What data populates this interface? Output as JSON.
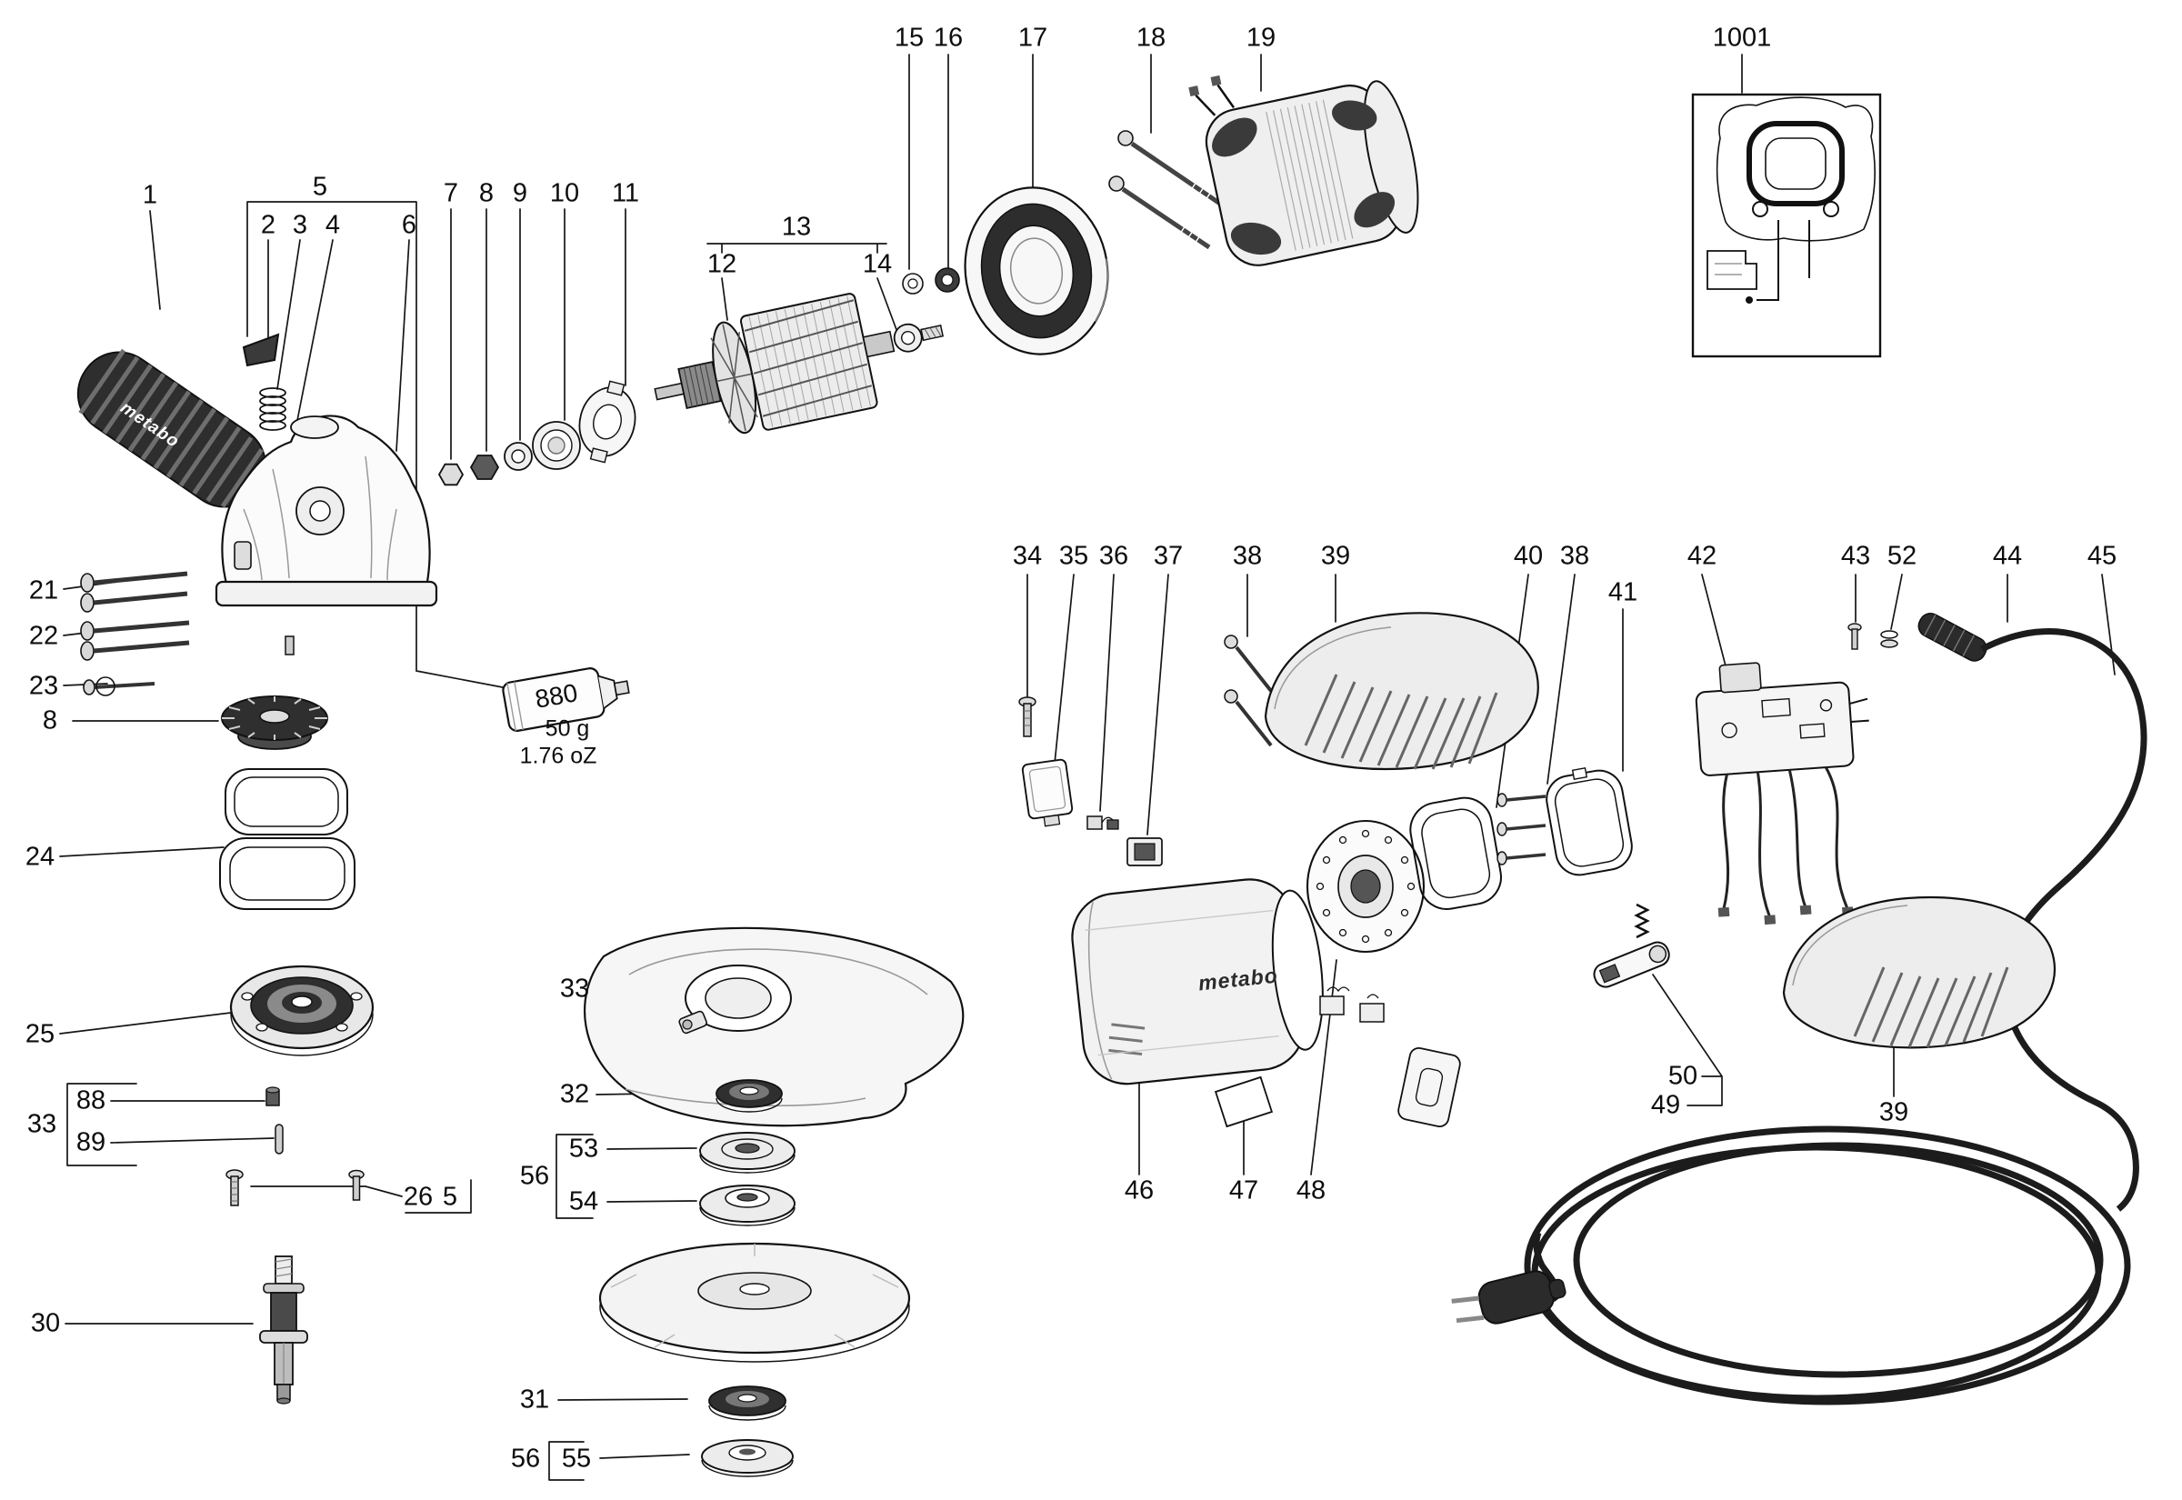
{
  "brand": {
    "name": "metabo"
  },
  "grease": {
    "number": "880",
    "weight_grams": "50 g",
    "weight_ounces": "1.76 oZ"
  },
  "callouts": [
    {
      "label": "15"
    },
    {
      "label": "16"
    },
    {
      "label": "17"
    },
    {
      "label": "18"
    },
    {
      "label": "19"
    },
    {
      "label": "1001"
    },
    {
      "label": "1"
    },
    {
      "label": "5"
    },
    {
      "label": "2"
    },
    {
      "label": "3"
    },
    {
      "label": "4"
    },
    {
      "label": "6"
    },
    {
      "label": "7"
    },
    {
      "label": "8"
    },
    {
      "label": "9"
    },
    {
      "label": "10"
    },
    {
      "label": "11"
    },
    {
      "label": "13"
    },
    {
      "label": "12"
    },
    {
      "label": "14"
    },
    {
      "label": "21"
    },
    {
      "label": "22"
    },
    {
      "label": "23"
    },
    {
      "label": "8"
    },
    {
      "label": "24"
    },
    {
      "label": "25"
    },
    {
      "label": "88"
    },
    {
      "label": "33"
    },
    {
      "label": "89"
    },
    {
      "label": "26"
    },
    {
      "label": "5"
    },
    {
      "label": "30"
    },
    {
      "label": "33"
    },
    {
      "label": "32"
    },
    {
      "label": "53"
    },
    {
      "label": "56"
    },
    {
      "label": "54"
    },
    {
      "label": "31"
    },
    {
      "label": "56"
    },
    {
      "label": "55"
    },
    {
      "label": "34"
    },
    {
      "label": "35"
    },
    {
      "label": "36"
    },
    {
      "label": "37"
    },
    {
      "label": "38"
    },
    {
      "label": "39"
    },
    {
      "label": "40"
    },
    {
      "label": "38"
    },
    {
      "label": "41"
    },
    {
      "label": "42"
    },
    {
      "label": "43"
    },
    {
      "label": "52"
    },
    {
      "label": "44"
    },
    {
      "label": "45"
    },
    {
      "label": "46"
    },
    {
      "label": "47"
    },
    {
      "label": "48"
    },
    {
      "label": "50"
    },
    {
      "label": "49"
    },
    {
      "label": "39"
    }
  ]
}
